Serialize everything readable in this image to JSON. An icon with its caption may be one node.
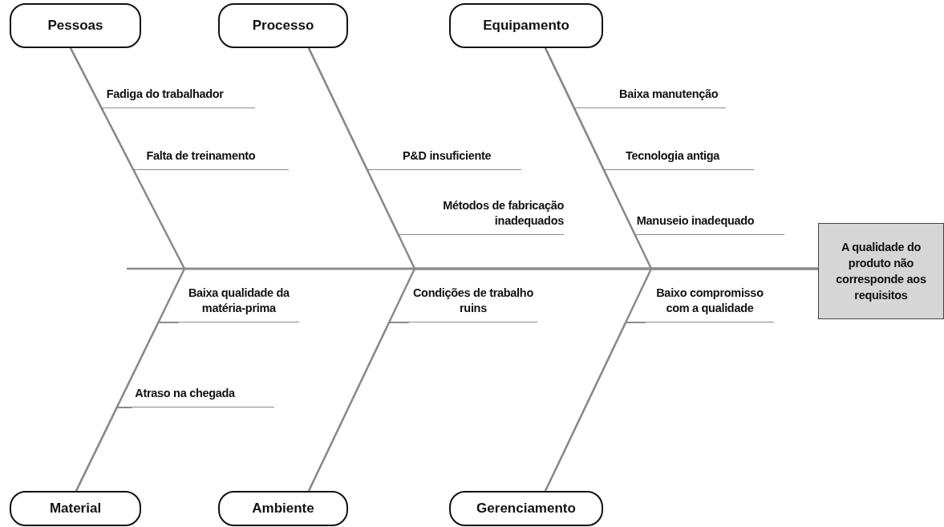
{
  "diagram": {
    "nodes": [
      {
        "text": [
          "Pessoas"
        ]
      },
      {
        "text": [
          "Processo"
        ]
      },
      {
        "text": [
          "Equipamento"
        ]
      },
      {
        "text": [
          "Material"
        ]
      },
      {
        "text": [
          "Ambiente"
        ]
      },
      {
        "text": [
          "Gerenciamento"
        ]
      },
      {
        "text": [
          "A qualidade do produto não corresponde aos requisitos"
        ]
      },
      {
        "text": [
          "Fadiga do trabalhador"
        ]
      },
      {
        "text": [
          "Falta de treinamento"
        ]
      },
      {
        "text": [
          "P&D insuficiente"
        ]
      },
      {
        "text": [
          "Métodos de fabricação inadequados"
        ]
      },
      {
        "text": [
          "Baixa manutenção"
        ]
      },
      {
        "text": [
          "Tecnologia antiga"
        ]
      },
      {
        "text": [
          "Manuseio inadequado"
        ]
      },
      {
        "text": [
          "Baixa qualidade da matéria-prima"
        ]
      },
      {
        "text": [
          "Atraso na chegada"
        ]
      },
      {
        "text": [
          "Condições de trabalho ruins"
        ]
      },
      {
        "text": [
          "Baixo compromisso com a qualidade"
        ]
      }
    ],
    "edges": [
      {
        "from": 0,
        "to": 6,
        "arrow": "none"
      },
      {
        "from": 1,
        "to": 6,
        "arrow": "none"
      },
      {
        "from": 2,
        "to": 6,
        "arrow": "none"
      },
      {
        "from": 3,
        "to": 6,
        "arrow": "none"
      },
      {
        "from": 4,
        "to": 6,
        "arrow": "none"
      },
      {
        "from": 5,
        "to": 6,
        "arrow": "none"
      },
      {
        "from": 7,
        "to": 0,
        "arrow": "none"
      },
      {
        "from": 8,
        "to": 0,
        "arrow": "none"
      },
      {
        "from": 9,
        "to": 1,
        "arrow": "none"
      },
      {
        "from": 10,
        "to": 1,
        "arrow": "none"
      },
      {
        "from": 11,
        "to": 2,
        "arrow": "none"
      },
      {
        "from": 12,
        "to": 2,
        "arrow": "none"
      },
      {
        "from": 13,
        "to": 2,
        "arrow": "none"
      },
      {
        "from": 14,
        "to": 3,
        "arrow": "none"
      },
      {
        "from": 15,
        "to": 3,
        "arrow": "none"
      },
      {
        "from": 16,
        "to": 4,
        "arrow": "none"
      },
      {
        "from": 17,
        "to": 5,
        "arrow": "none"
      }
    ]
  }
}
